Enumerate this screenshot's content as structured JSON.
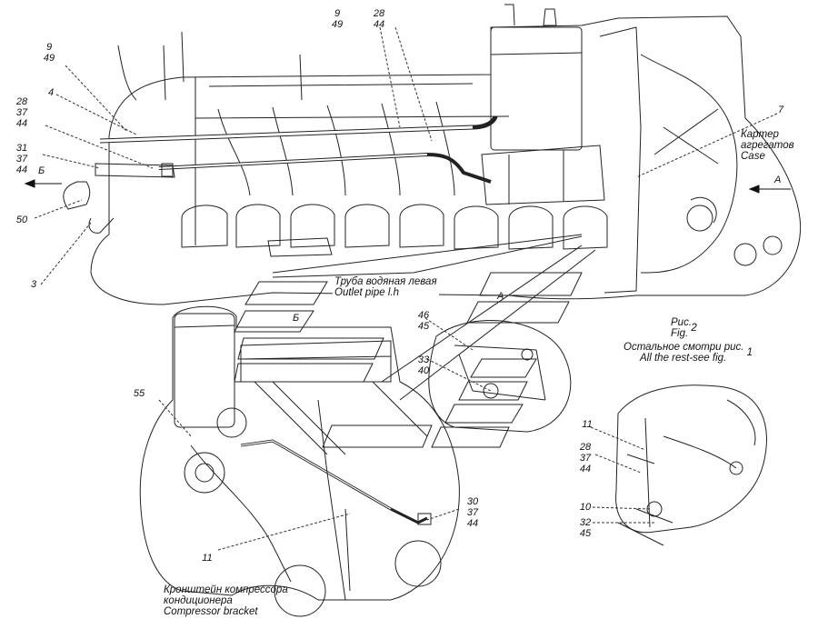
{
  "callouts": {
    "c9_49_top": [
      "9",
      "49"
    ],
    "c28_44_top": [
      "28",
      "44"
    ],
    "c9_49_left": [
      "9",
      "49"
    ],
    "c4": "4",
    "c28_37_44_left": [
      "28",
      "37",
      "44"
    ],
    "c31_37_44": [
      "31",
      "37",
      "44"
    ],
    "c50": "50",
    "c3": "3",
    "c7": "7",
    "c46_45": [
      "46",
      "45"
    ],
    "c33_40": [
      "33",
      "40"
    ],
    "c55": "55",
    "c11_bottom": "11",
    "c30_37_44": [
      "30",
      "37",
      "44"
    ],
    "c11_right": "11",
    "c28_37_44_right": [
      "28",
      "37",
      "44"
    ],
    "c10": "10",
    "c32_45": [
      "32",
      "45"
    ]
  },
  "views": {
    "arrow_b": "Б",
    "arrow_a": "А",
    "view_a": "А",
    "view_b": "Б"
  },
  "captions": {
    "case_ru": "Картер агрегатов",
    "case_ru_l1": "Картер",
    "case_ru_l2": "агрегатов",
    "case_en": "Case",
    "pipe_ru": "Труба водяная левая",
    "pipe_en": "Outlet pipe  l.h",
    "fig_ru": "Рис.",
    "fig_num": "2",
    "fig_en": "Fig.",
    "rest_ru": "Остальное смотри рис.",
    "rest_num": "1",
    "rest_en": "All the rest-see fig.",
    "bracket_ru_l1": "Кронштейн компрессора",
    "bracket_ru_l2": "кондиционера",
    "bracket_en": "Compressor bracket"
  }
}
